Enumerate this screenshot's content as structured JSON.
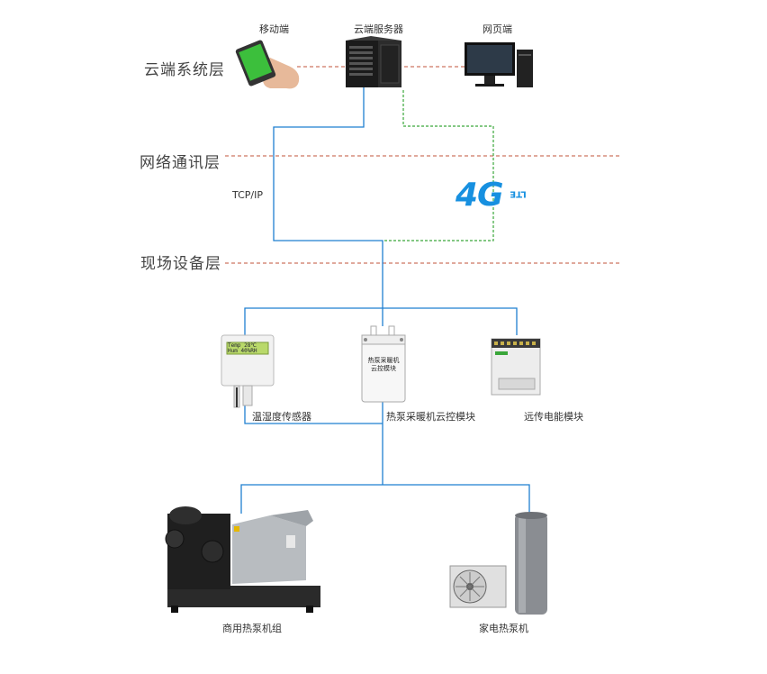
{
  "layers": {
    "cloud": "云端系统层",
    "network": "网络通讯层",
    "field": "现场设备层"
  },
  "cloud_devices": {
    "mobile": "移动端",
    "server": "云端服务器",
    "web": "网页端"
  },
  "protocol": "TCP/IP",
  "lte": {
    "main": "4G",
    "sub": "LTE"
  },
  "field_devices": {
    "sensor": "温湿度传感器",
    "module": "热泵采暖机云控模块",
    "meter": "远传电能模块"
  },
  "sensor_panel": {
    "line1a": "Temp",
    "line1b": "28℃",
    "line2a": "Hum",
    "line2b": "40%RH"
  },
  "module_panel": {
    "title": "热泵采暖机",
    "subtitle": "云控模块"
  },
  "equipment": {
    "commercial": "商用热泵机组",
    "household": "家电热泵机"
  },
  "colors": {
    "blue_line": "#1f7fd1",
    "green_dashed": "#3aa63a",
    "red_dashed": "#c0533a",
    "lte_blue": "#1790e0"
  }
}
